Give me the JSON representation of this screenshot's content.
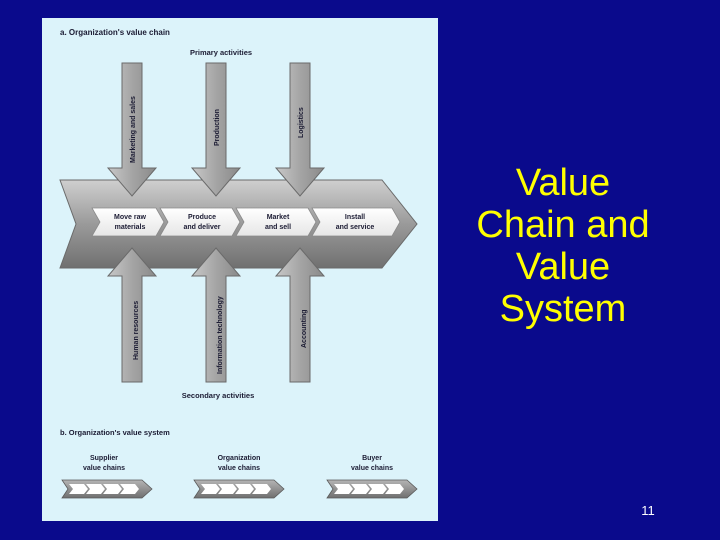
{
  "slide": {
    "title_lines": [
      "Value",
      "Chain and",
      "Value",
      "System"
    ],
    "page_number": "11",
    "background_color": "#0a0a8c",
    "title_color": "#ffff00"
  },
  "figure": {
    "background_color": "#dcf3fa",
    "section_a_title": "a. Organization's value chain",
    "primary_label": "Primary activities",
    "secondary_label": "Secondary activities",
    "top_arrows": [
      "Marketing and sales",
      "Production",
      "Logistics"
    ],
    "bottom_arrows": [
      "Human resources",
      "Information technology",
      "Accounting"
    ],
    "chain_steps": [
      [
        "Move raw",
        "materials"
      ],
      [
        "Produce",
        "and deliver"
      ],
      [
        "Market",
        "and sell"
      ],
      [
        "Install",
        "and service"
      ]
    ],
    "section_b_title": "b. Organization's value system",
    "system_chains": [
      [
        "Supplier",
        "value chains"
      ],
      [
        "Organization",
        "value chains"
      ],
      [
        "Buyer",
        "value chains"
      ]
    ]
  }
}
